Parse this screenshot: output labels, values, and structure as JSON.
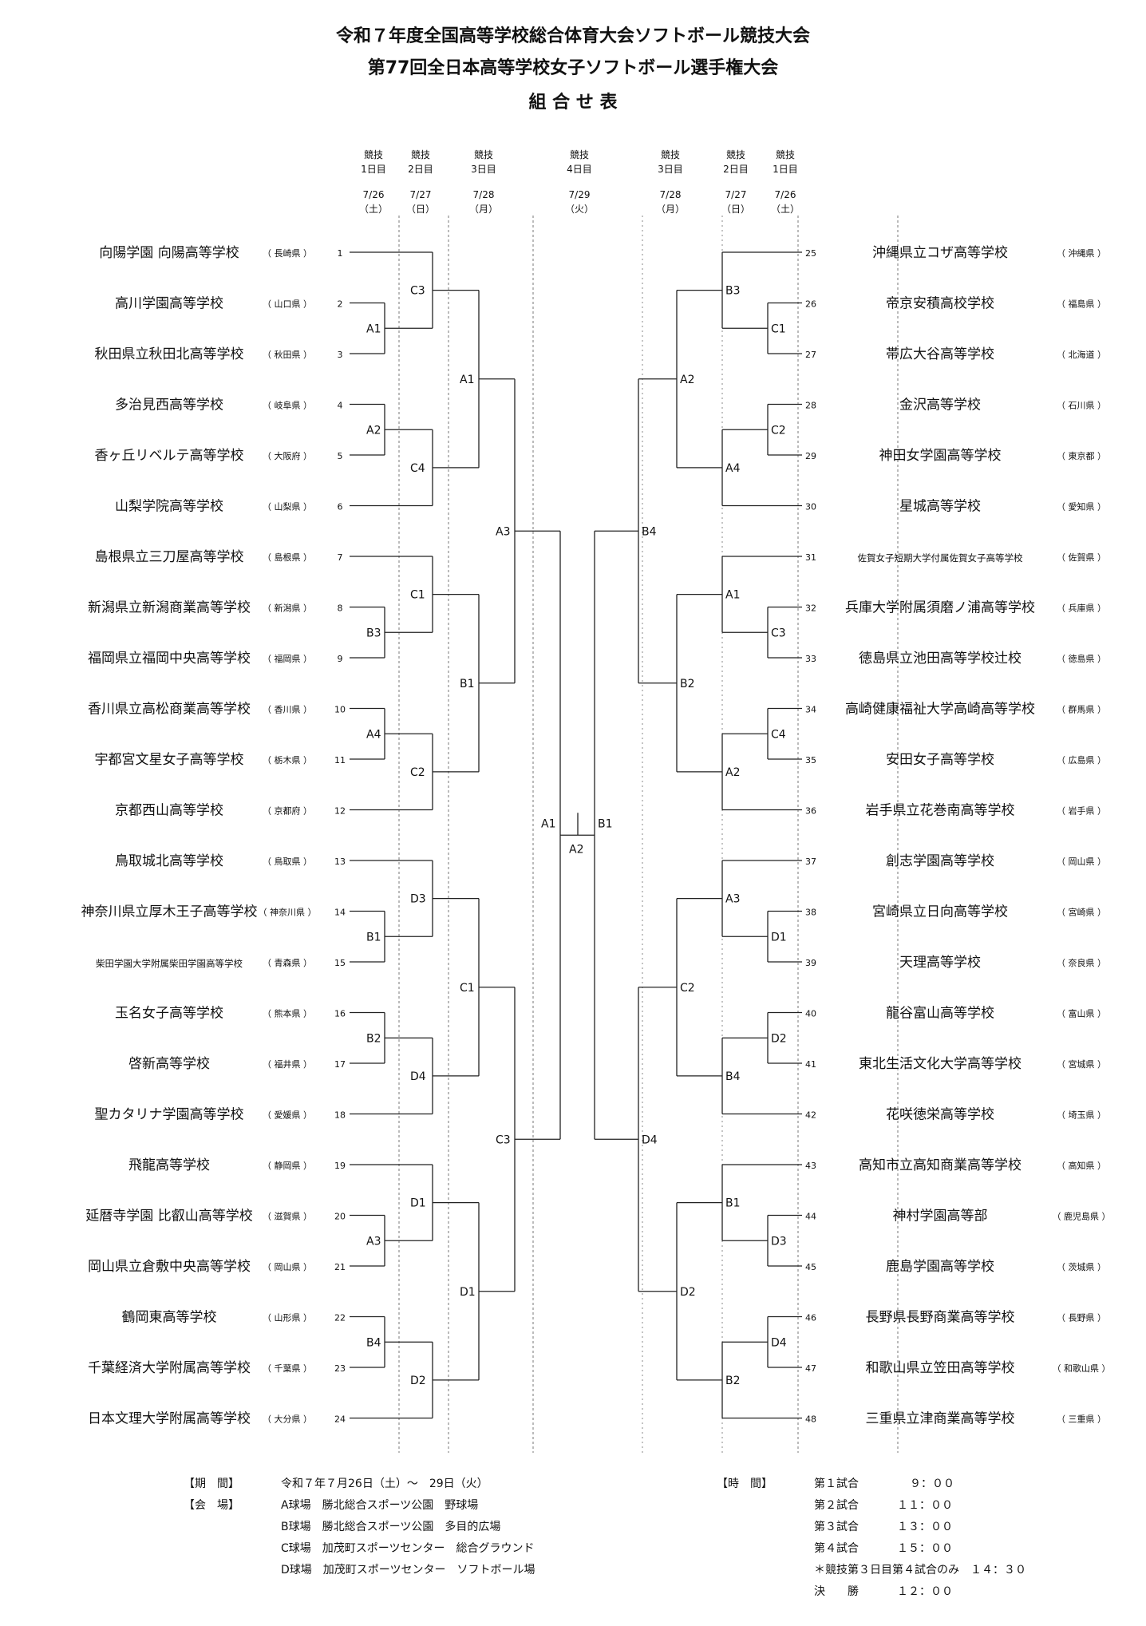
{
  "header": {
    "title1": "令和７年度全国高等学校総合体育大会ソフトボール競技大会",
    "title2": "第77回全日本高等学校女子ソフトボール選手権大会",
    "title3": "組 合 せ 表"
  },
  "days": {
    "left": [
      {
        "l1": "競技",
        "l2": "1日目",
        "date": "7/26",
        "wd": "（土）"
      },
      {
        "l1": "競技",
        "l2": "2日目",
        "date": "7/27",
        "wd": "（日）"
      },
      {
        "l1": "競技",
        "l2": "3日目",
        "date": "7/28",
        "wd": "（月）"
      }
    ],
    "center": {
      "l1": "競技",
      "l2": "4日目",
      "date": "7/29",
      "wd": "（火）"
    },
    "right": [
      {
        "l1": "競技",
        "l2": "3日目",
        "date": "7/28",
        "wd": "（月）"
      },
      {
        "l1": "競技",
        "l2": "2日目",
        "date": "7/27",
        "wd": "（日）"
      },
      {
        "l1": "競技",
        "l2": "1日目",
        "date": "7/26",
        "wd": "（土）"
      }
    ]
  },
  "teams_left": [
    {
      "no": "1",
      "name": "向陽学園 向陽高等学校",
      "pref": "（ 長崎県 ）"
    },
    {
      "no": "2",
      "name": "高川学園高等学校",
      "pref": "（ 山口県 ）"
    },
    {
      "no": "3",
      "name": "秋田県立秋田北高等学校",
      "pref": "（ 秋田県 ）"
    },
    {
      "no": "4",
      "name": "多治見西高等学校",
      "pref": "（ 岐阜県 ）"
    },
    {
      "no": "5",
      "name": "香ヶ丘リベルテ高等学校",
      "pref": "（ 大阪府 ）"
    },
    {
      "no": "6",
      "name": "山梨学院高等学校",
      "pref": "（ 山梨県 ）"
    },
    {
      "no": "7",
      "name": "島根県立三刀屋高等学校",
      "pref": "（ 島根県 ）"
    },
    {
      "no": "8",
      "name": "新潟県立新潟商業高等学校",
      "pref": "（ 新潟県 ）"
    },
    {
      "no": "9",
      "name": "福岡県立福岡中央高等学校",
      "pref": "（ 福岡県 ）"
    },
    {
      "no": "10",
      "name": "香川県立高松商業高等学校",
      "pref": "（ 香川県 ）"
    },
    {
      "no": "11",
      "name": "宇都宮文星女子高等学校",
      "pref": "（ 栃木県 ）"
    },
    {
      "no": "12",
      "name": "京都西山高等学校",
      "pref": "（ 京都府 ）"
    },
    {
      "no": "13",
      "name": "鳥取城北高等学校",
      "pref": "（ 鳥取県 ）"
    },
    {
      "no": "14",
      "name": "神奈川県立厚木王子高等学校",
      "pref": "（ 神奈川県 ）"
    },
    {
      "no": "15",
      "name": "柴田学園大学附属柴田学園高等学校",
      "pref": "（ 青森県 ）"
    },
    {
      "no": "16",
      "name": "玉名女子高等学校",
      "pref": "（ 熊本県 ）"
    },
    {
      "no": "17",
      "name": "啓新高等学校",
      "pref": "（ 福井県 ）"
    },
    {
      "no": "18",
      "name": "聖カタリナ学園高等学校",
      "pref": "（ 愛媛県 ）"
    },
    {
      "no": "19",
      "name": "飛龍高等学校",
      "pref": "（ 静岡県 ）"
    },
    {
      "no": "20",
      "name": "延暦寺学園 比叡山高等学校",
      "pref": "（ 滋賀県 ）"
    },
    {
      "no": "21",
      "name": "岡山県立倉敷中央高等学校",
      "pref": "（ 岡山県 ）"
    },
    {
      "no": "22",
      "name": "鶴岡東高等学校",
      "pref": "（ 山形県 ）"
    },
    {
      "no": "23",
      "name": "千葉経済大学附属高等学校",
      "pref": "（ 千葉県 ）"
    },
    {
      "no": "24",
      "name": "日本文理大学附属高等学校",
      "pref": "（ 大分県 ）"
    }
  ],
  "teams_right": [
    {
      "no": "25",
      "name": "沖縄県立コザ高等学校",
      "pref": "（ 沖縄県 ）"
    },
    {
      "no": "26",
      "name": "帝京安積高校学校",
      "pref": "（ 福島県 ）"
    },
    {
      "no": "27",
      "name": "帯広大谷高等学校",
      "pref": "（ 北海道 ）"
    },
    {
      "no": "28",
      "name": "金沢高等学校",
      "pref": "（ 石川県 ）"
    },
    {
      "no": "29",
      "name": "神田女学園高等学校",
      "pref": "（ 東京都 ）"
    },
    {
      "no": "30",
      "name": "星城高等学校",
      "pref": "（ 愛知県 ）"
    },
    {
      "no": "31",
      "name": "佐賀女子短期大学付属佐賀女子高等学校",
      "pref": "（ 佐賀県 ）"
    },
    {
      "no": "32",
      "name": "兵庫大学附属須磨ノ浦高等学校",
      "pref": "（ 兵庫県 ）"
    },
    {
      "no": "33",
      "name": "徳島県立池田高等学校辻校",
      "pref": "（ 徳島県 ）"
    },
    {
      "no": "34",
      "name": "高崎健康福祉大学高崎高等学校",
      "pref": "（ 群馬県 ）"
    },
    {
      "no": "35",
      "name": "安田女子高等学校",
      "pref": "（ 広島県 ）"
    },
    {
      "no": "36",
      "name": "岩手県立花巻南高等学校",
      "pref": "（ 岩手県 ）"
    },
    {
      "no": "37",
      "name": "創志学園高等学校",
      "pref": "（ 岡山県 ）"
    },
    {
      "no": "38",
      "name": "宮崎県立日向高等学校",
      "pref": "（ 宮崎県 ）"
    },
    {
      "no": "39",
      "name": "天理高等学校",
      "pref": "（ 奈良県 ）"
    },
    {
      "no": "40",
      "name": "龍谷富山高等学校",
      "pref": "（ 富山県 ）"
    },
    {
      "no": "41",
      "name": "東北生活文化大学高等学校",
      "pref": "（ 宮城県 ）"
    },
    {
      "no": "42",
      "name": "花咲徳栄高等学校",
      "pref": "（ 埼玉県 ）"
    },
    {
      "no": "43",
      "name": "高知市立高知商業高等学校",
      "pref": "（ 高知県 ）"
    },
    {
      "no": "44",
      "name": "神村学園高等部",
      "pref": "（ 鹿児島県 ）"
    },
    {
      "no": "45",
      "name": "鹿島学園高等学校",
      "pref": "（ 茨城県 ）"
    },
    {
      "no": "46",
      "name": "長野県長野商業高等学校",
      "pref": "（ 長野県 ）"
    },
    {
      "no": "47",
      "name": "和歌山県立笠田高等学校",
      "pref": "（ 和歌山県 ）"
    },
    {
      "no": "48",
      "name": "三重県立津商業高等学校",
      "pref": "（ 三重県 ）"
    }
  ],
  "games": {
    "l_r1": [
      "A1",
      "A2",
      "B3",
      "A4",
      "B1",
      "B2",
      "A3",
      "B4"
    ],
    "l_r2": [
      "C3",
      "C4",
      "C1",
      "C2",
      "D3",
      "D4",
      "D1",
      "D2"
    ],
    "l_r3": [
      "A1",
      "B1",
      "C1",
      "D1"
    ],
    "l_r4": [
      "A3",
      "C3"
    ],
    "r_r1": [
      "C1",
      "C2",
      "C3",
      "C4",
      "D1",
      "D2",
      "D3",
      "D4"
    ],
    "r_r2": [
      "B3",
      "A4",
      "A1",
      "A2",
      "A3",
      "B4",
      "B1",
      "B2"
    ],
    "r_r3": [
      "A2",
      "B2",
      "C2",
      "D2"
    ],
    "r_r4": [
      "B4",
      "D4"
    ],
    "semi_left": "A1",
    "semi_right": "B1",
    "final": "A2"
  },
  "info": {
    "period_label": "【期　間】",
    "period": "令和７年７月26日（土）～　29日（火）",
    "venue_label": "【会　場】",
    "venues": [
      "A球場　勝北総合スポーツ公園　野球場",
      "B球場　勝北総合スポーツ公園　多目的広場",
      "C球場　加茂町スポーツセンター　総合グラウンド",
      "D球場　加茂町スポーツセンター　ソフトボール場"
    ],
    "time_label": "【時　間】",
    "times": [
      {
        "label": "第１試合",
        "time": "９：００"
      },
      {
        "label": "第２試合",
        "time": "１１：００"
      },
      {
        "label": "第３試合",
        "time": "１３：００"
      },
      {
        "label": "第４試合",
        "time": "１５：００"
      }
    ],
    "note": "＊競技第３日目第４試合のみ　１４：３０",
    "final_label": "決　　勝",
    "final_time": "１２：００"
  }
}
